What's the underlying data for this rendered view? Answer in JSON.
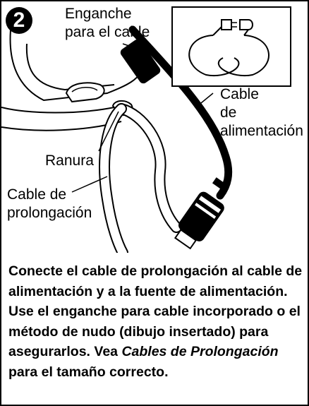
{
  "step": {
    "number": "2"
  },
  "labels": {
    "cord_hook_line1": "Enganche",
    "cord_hook_line2": "para el cable",
    "power_cord_line1": "Cable",
    "power_cord_line2": "de",
    "power_cord_line3": "alimentación",
    "slot": "Ranura",
    "extension_cord_line1": "Cable de",
    "extension_cord_line2": "prolongación"
  },
  "instructions": {
    "part1": "Conecte el cable de prolongación al cable de alimentación y a la fuente de alimentación. Use el enganche para cable incorporado o el método de nudo (dibujo insertado) para asegurarlos. Vea ",
    "emphasis": "Cables de Prolongación",
    "part2": " para el tamaño correcto."
  },
  "colors": {
    "ink": "#000000",
    "paper": "#ffffff"
  }
}
